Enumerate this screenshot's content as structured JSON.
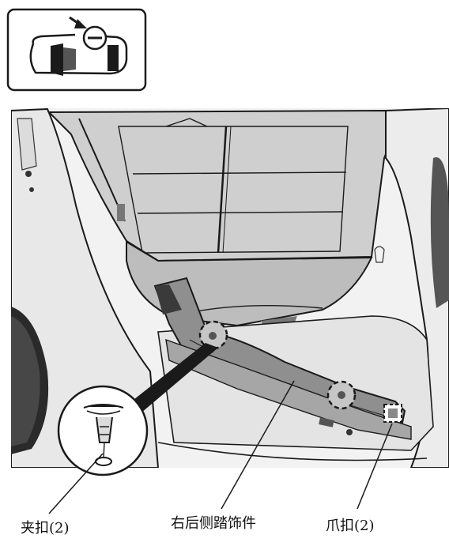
{
  "labels": {
    "clip": "夹扣(2)",
    "trim": "右后侧踏饰件",
    "claw": "爪扣(2)"
  },
  "colors": {
    "line": "#1a1a1a",
    "trim_fill": "#8f8f8f",
    "highlight": "#c6c6c6",
    "background": "#ffffff"
  },
  "icons": {
    "locator": "vehicle-top-view-locator-icon",
    "clip_detail": "push-clip-detail-icon"
  }
}
